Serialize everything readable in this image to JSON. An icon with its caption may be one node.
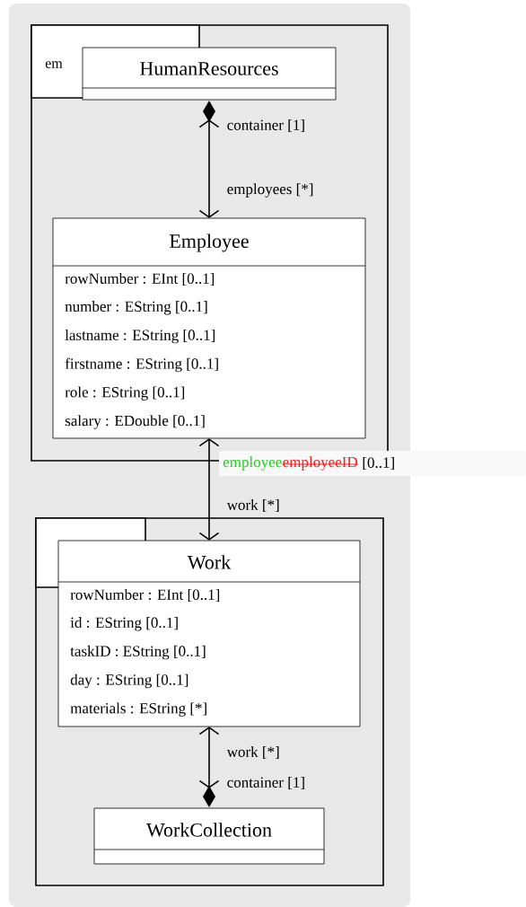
{
  "diagram": {
    "nodes": [
      {
        "text": [
          "em"
        ]
      },
      {
        "text": [
          "HumanResources"
        ],
        "in": 0
      },
      {
        "text": [
          "Employee",
          "rowNumber : EInt [0..1]",
          "number : EString [0..1]",
          "lastname : EString [0..1]",
          "firstname : EString [0..1]",
          "role : EString [0..1]",
          "salary : EDouble [0..1]"
        ],
        "in": 0
      },
      {
        "text": [],
        "shape": "box"
      },
      {
        "text": [
          "Work",
          "rowNumber : EInt [0..1]",
          "id : EString [0..1]",
          "taskID : EString [0..1]",
          "day : EString [0..1]",
          "materials : EString [*]"
        ],
        "in": 3
      },
      {
        "text": [
          "WorkCollection"
        ],
        "in": 3
      }
    ],
    "edges": [
      {
        "from": 1,
        "to": 2,
        "arrow": "both",
        "label": "container [1]"
      },
      {
        "from": 2,
        "to": 4,
        "arrow": "both",
        "label": "work [*]"
      },
      {
        "from": 4,
        "to": 5,
        "arrow": "both",
        "label": "work [*]"
      }
    ],
    "labels": [
      "employees [*]",
      "employee",
      "employeeID",
      "[0..1]",
      "container [1]"
    ]
  }
}
